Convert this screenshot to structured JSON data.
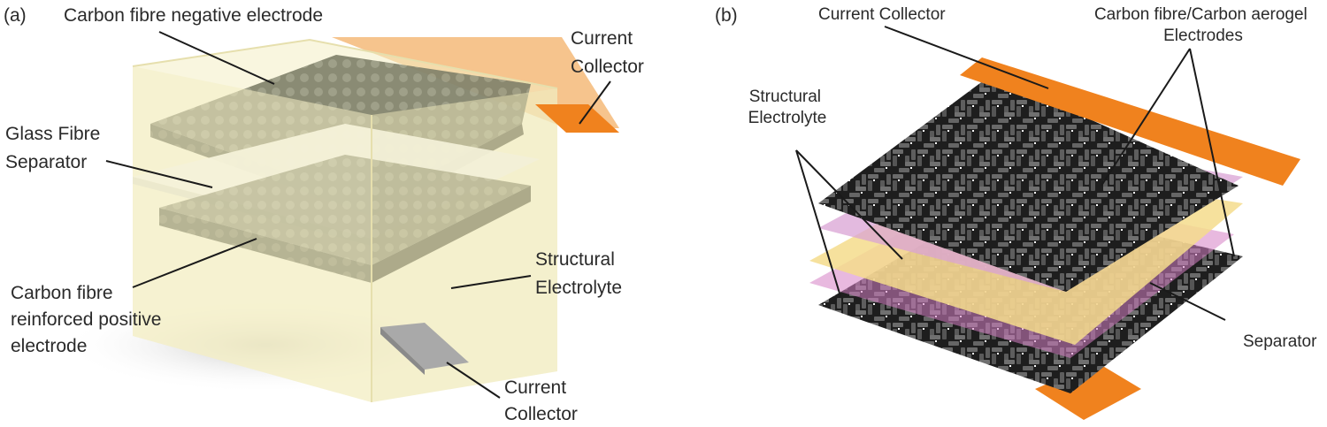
{
  "panel_a": {
    "tag": "(a)",
    "labels": {
      "negative_electrode": "Carbon fibre negative electrode",
      "current_collector_top": [
        "Current",
        "Collector"
      ],
      "separator": [
        "Glass Fibre",
        "Separator"
      ],
      "positive_electrode": [
        "Carbon fibre",
        "reinforced positive",
        "electrode"
      ],
      "electrolyte": [
        "Structural",
        "Electrolyte"
      ],
      "current_collector_bottom": [
        "Current",
        "Collector"
      ]
    }
  },
  "panel_b": {
    "tag": "(b)",
    "labels": {
      "current_collector": "Current Collector",
      "electrodes": [
        "Carbon fibre/Carbon aerogel",
        "Electrodes"
      ],
      "electrolyte": [
        "Structural",
        "Electrolyte"
      ],
      "separator": "Separator"
    }
  },
  "colors": {
    "current_collector": "#f0821e",
    "electrolyte_block": "#f4efc4",
    "carbon_weave": "#2e2e2e",
    "separator_layer": "#f5dc8c",
    "electrolyte_layer": "#d67fc4"
  }
}
